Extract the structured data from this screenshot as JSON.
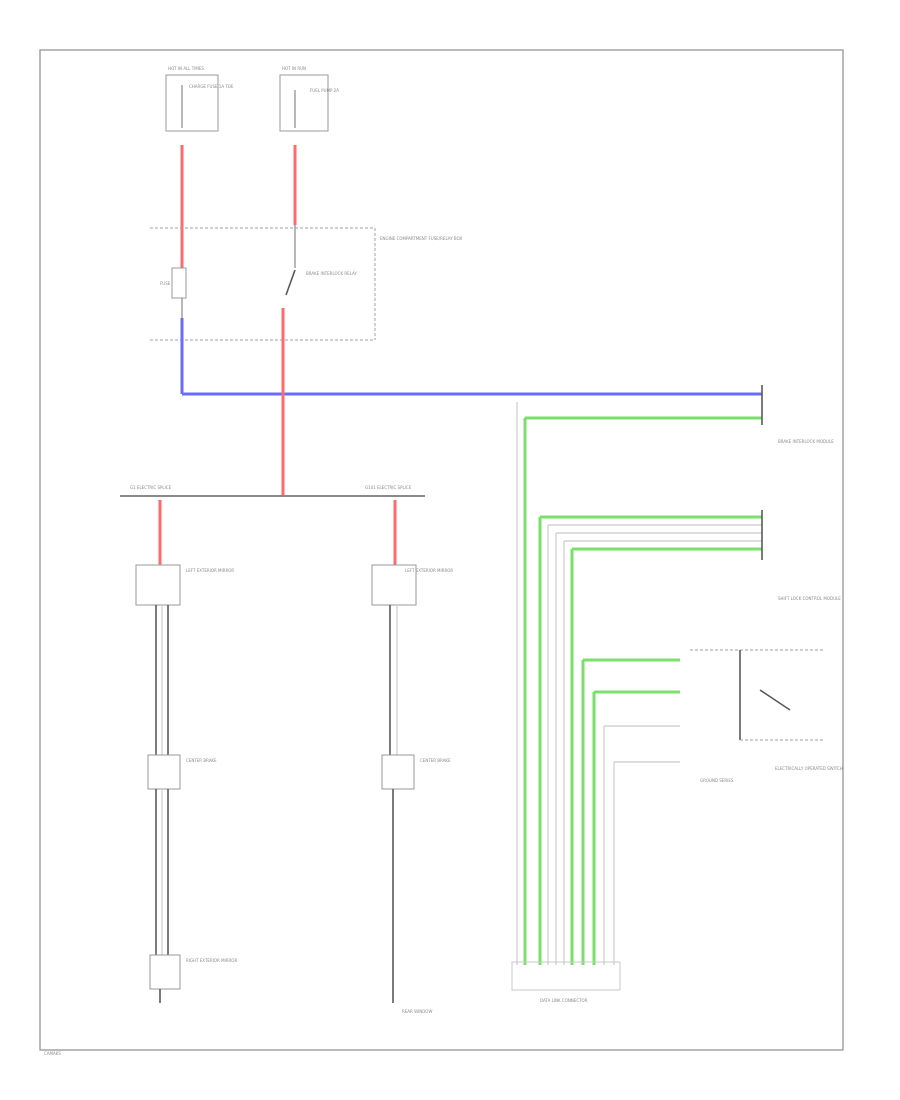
{
  "diagram": {
    "fuse_box_left": {
      "header": "HOT IN ALL TIMES",
      "text": "CHARGE FUSE 1A TOE"
    },
    "fuse_box_right": {
      "header": "HOT IN RUN",
      "text": "FUEL PUMP 2A"
    },
    "relay_block": {
      "title": "ENGINE COMPARTMENT FUSE/RELAY BOX",
      "fuse_label": "FUSE",
      "relay_label": "BRAKE INTERLOCK RELAY"
    },
    "junction_left": "G1 ELECTRIC SPLICE",
    "junction_right": "G101 ELECTRIC SPLICE",
    "module_right_top": "BRAKE INTERLOCK MODULE",
    "module_right_mid": "SHIFT LOCK CONTROL MODULE",
    "switch_label": "ELECTRICALLY OPERATED SWITCH",
    "ground_label": "GROUND SERIES",
    "left_upper": "LEFT EXTERIOR MIRROR",
    "left_center": "CENTER BRAKE",
    "left_lower": "RIGHT EXTERIOR MIRROR",
    "right_upper": "LEFT EXTERIOR MIRROR",
    "right_center": "CENTER BRAKE",
    "right_lower": "REAR WINDOW",
    "connector_label": "DATA LINK CONNECTOR",
    "corner_mark": "CAMAKS"
  }
}
